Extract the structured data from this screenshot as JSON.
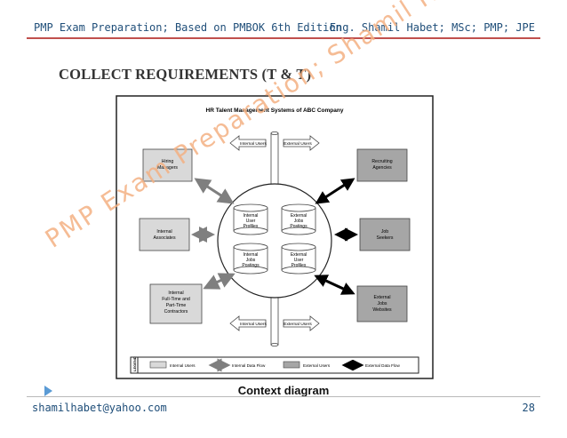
{
  "header": {
    "left": "PMP Exam Preparation; Based on PMBOK 6th Edition",
    "right": "Eng. Shamil Habet; MSc; PMP; JPE"
  },
  "slide_title": "COLLECT REQUIREMENTS (T & T)",
  "diagram": {
    "title": "HR Talent Management Systems of ABC Company",
    "top_left_label": "Internal Users",
    "top_right_label": "External Users",
    "bottom_left_label": "Internal Users",
    "bottom_right_label": "External Users",
    "left_boxes": {
      "hiring": [
        "Hiring",
        "Managers"
      ],
      "internal_associates": [
        "Internal",
        "Associates"
      ],
      "contractors": [
        "Internal",
        "Full-Time and",
        "Part-Time",
        "Contractors"
      ]
    },
    "right_boxes": {
      "recruiting": [
        "Recruiting",
        "Agencies"
      ],
      "job_seekers": [
        "Job",
        "Seekers"
      ],
      "external_websites": [
        "External",
        "Jobs",
        "Websites"
      ]
    },
    "databases": {
      "internal_user_profiles": [
        "Internal",
        "User",
        "Profiles"
      ],
      "external_jobs_postings": [
        "External",
        "Jobs",
        "Postings"
      ],
      "internal_jobs_postings": [
        "Internal",
        "Jobs",
        "Postings"
      ],
      "external_user_profiles": [
        "External",
        "User",
        "Profiles"
      ]
    },
    "legend": {
      "tag": "LEGEND",
      "internal_users": "Internal Users",
      "internal_flow": "Internal Data Flow",
      "external_users": "External Users",
      "external_flow": "External Data Flow"
    }
  },
  "caption": "Context diagram",
  "footer": {
    "email": "shamilhabet@yahoo.com",
    "page": "28"
  },
  "watermark": "PMP Exam Preparation; Shamil Habet; MSc; PMP; JPE",
  "colors": {
    "header_text": "#1f4e79",
    "header_rule": "#c0504d",
    "watermark": "#f4b183",
    "bullet": "#5b9bd5",
    "internal_fill": "#d9d9d9",
    "external_fill": "#a6a6a6"
  }
}
